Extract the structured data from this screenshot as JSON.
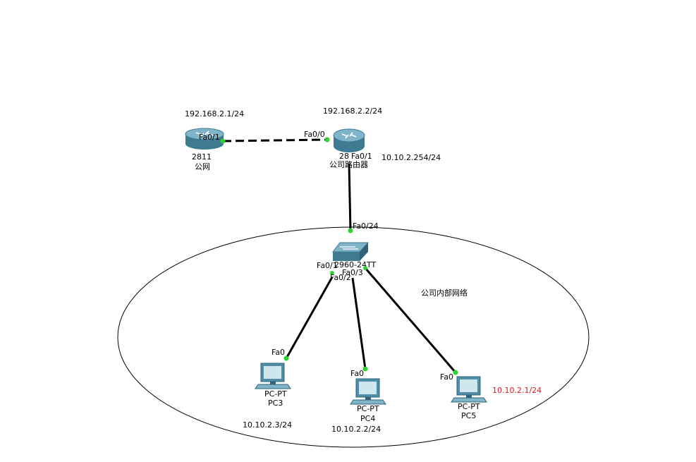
{
  "colors": {
    "background": "#ffffff",
    "link": "#000000",
    "link_up_dot": "#2fd12f",
    "device_teal": "#4f8ea6",
    "highlight_ip": "#e8141b"
  },
  "devices": {
    "router_public": {
      "icon": "router-icon",
      "model": "2811",
      "name": "公网",
      "ip": "192.168.2.1/24",
      "port": "Fa0/1"
    },
    "router_company": {
      "icon": "router-icon",
      "model": "28",
      "name": "公司路由器",
      "ip_wan": "192.168.2.2/24",
      "ip_lan": "10.10.2.254/24",
      "port_wan": "Fa0/0",
      "port_lan": "Fa0/1"
    },
    "switch": {
      "icon": "switch-icon",
      "model": "2960-24TT",
      "uplink_port": "Fa0/24",
      "port_1": "Fa0/1",
      "port_2": "Fa0/2",
      "port_3": "Fa0/3"
    },
    "pc3": {
      "icon": "pc-icon",
      "type": "PC-PT",
      "name": "PC3",
      "port": "Fa0",
      "ip": "10.10.2.3/24"
    },
    "pc4": {
      "icon": "pc-icon",
      "type": "PC-PT",
      "name": "PC4",
      "port": "Fa0",
      "ip": "10.10.2.2/24"
    },
    "pc5": {
      "icon": "pc-icon",
      "type": "PC-PT",
      "name": "PC5",
      "port": "Fa0",
      "ip": "10.10.2.1/24"
    }
  },
  "zone": {
    "label": "公司内部网络"
  }
}
